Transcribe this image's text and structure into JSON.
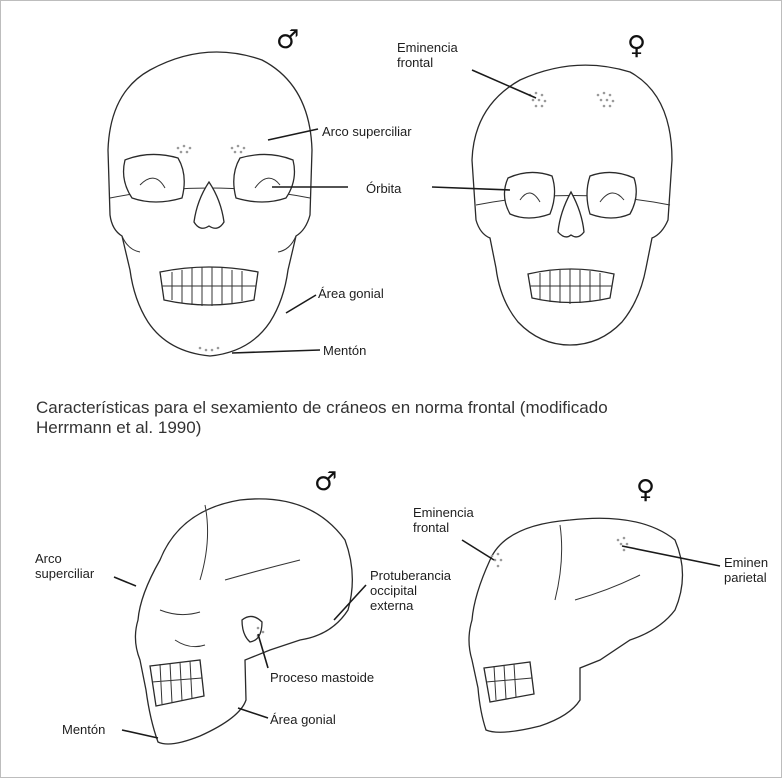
{
  "male_symbol": "♂",
  "female_symbol": "♀",
  "frontal_view": {
    "labels": {
      "eminencia_line1": "Eminencia",
      "eminencia_line2": "frontal",
      "arco": "Arco superciliar",
      "orbita": "Órbita",
      "area_gonial": "Área gonial",
      "menton": "Mentón"
    }
  },
  "caption": {
    "line1": "Características para el sexamiento de cráneos en norma frontal (modificado",
    "line2": "Herrmann et al. 1990)"
  },
  "lateral_view": {
    "labels": {
      "arco_line1": "Arco",
      "arco_line2": "superciliar",
      "protuberancia_line1": "Protuberancia",
      "protuberancia_line2": "occipital",
      "protuberancia_line3": "externa",
      "proceso": "Proceso mastoide",
      "menton": "Mentón",
      "area_gonial": "Área gonial",
      "eminencia_line1": "Eminencia",
      "eminencia_line2": "frontal",
      "parietal_line1": "Eminen",
      "parietal_line2": "parietal"
    }
  }
}
